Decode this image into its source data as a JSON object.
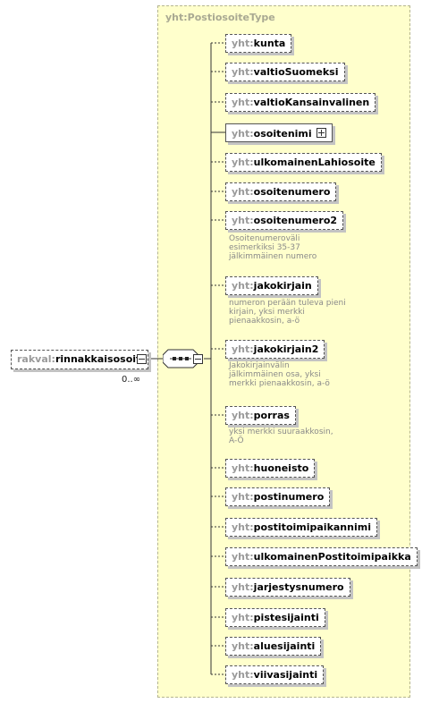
{
  "type_title": "yht:PostiosoiteType",
  "root": {
    "ns": "rakval:",
    "name": "rinnakkaisosoite",
    "cardinality": "0..∞"
  },
  "elements": [
    {
      "ns": "yht:",
      "name": "kunta",
      "optional": true,
      "expandable": false
    },
    {
      "ns": "yht:",
      "name": "valtioSuomeksi",
      "optional": true,
      "expandable": false
    },
    {
      "ns": "yht:",
      "name": "valtioKansainvalinen",
      "optional": true,
      "expandable": false
    },
    {
      "ns": "yht:",
      "name": "osoitenimi",
      "optional": false,
      "expandable": true
    },
    {
      "ns": "yht:",
      "name": "ulkomainenLahiosoite",
      "optional": true,
      "expandable": false
    },
    {
      "ns": "yht:",
      "name": "osoitenumero",
      "optional": true,
      "expandable": false
    },
    {
      "ns": "yht:",
      "name": "osoitenumero2",
      "optional": true,
      "expandable": false,
      "doc": [
        "Osoitenumeroväli",
        "esimerkiksi 35-37",
        "jälkimmäinen numero"
      ]
    },
    {
      "ns": "yht:",
      "name": "jakokirjain",
      "optional": true,
      "expandable": false,
      "doc": [
        "numeron perään tuleva pieni",
        "kirjain, yksi merkki",
        "pienaakkosin, a-ö"
      ]
    },
    {
      "ns": "yht:",
      "name": "jakokirjain2",
      "optional": true,
      "expandable": false,
      "doc": [
        "Jakokirjainvälin",
        "jälkimmäinen osa, yksi",
        "merkki pienaakkosin, a-ö"
      ]
    },
    {
      "ns": "yht:",
      "name": "porras",
      "optional": true,
      "expandable": false,
      "doc": [
        "yksi merkki suuraakkosin,",
        "A-Ö"
      ]
    },
    {
      "ns": "yht:",
      "name": "huoneisto",
      "optional": true,
      "expandable": false
    },
    {
      "ns": "yht:",
      "name": "postinumero",
      "optional": true,
      "expandable": false
    },
    {
      "ns": "yht:",
      "name": "postitoimipaikannimi",
      "optional": true,
      "expandable": false
    },
    {
      "ns": "yht:",
      "name": "ulkomainenPostitoimipaikka",
      "optional": true,
      "expandable": false
    },
    {
      "ns": "yht:",
      "name": "jarjestysnumero",
      "optional": true,
      "expandable": false
    },
    {
      "ns": "yht:",
      "name": "pistesijainti",
      "optional": true,
      "expandable": false
    },
    {
      "ns": "yht:",
      "name": "aluesijainti",
      "optional": true,
      "expandable": false
    },
    {
      "ns": "yht:",
      "name": "viivasijainti",
      "optional": true,
      "expandable": false
    }
  ]
}
